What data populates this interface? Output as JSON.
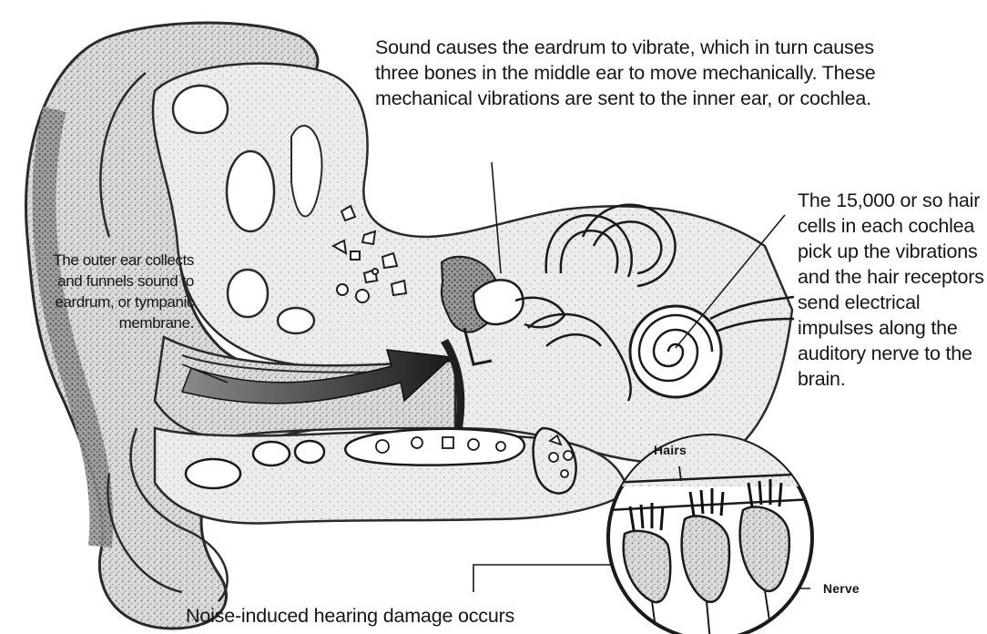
{
  "captions": {
    "top": "Sound causes the eardrum to vibrate, which in turn causes three bones in the middle ear to move mechanically. These mechanical vibrations are sent to the inner ear, or cochlea.",
    "right": "The 15,000 or so hair cells in each cochlea pick up the vibrations and the hair receptors send electrical impulses along the auditory nerve to the brain.",
    "left": "The outer ear collects and funnels sound to eardrum, or tympanic membrane.",
    "bottom": "Noise-induced hearing damage occurs"
  },
  "labels": {
    "hairs": "Hairs",
    "nerve": "Nerve"
  },
  "colors": {
    "ink": "#161616",
    "shading": "#6a6a6a",
    "paper": "#ffffff"
  }
}
